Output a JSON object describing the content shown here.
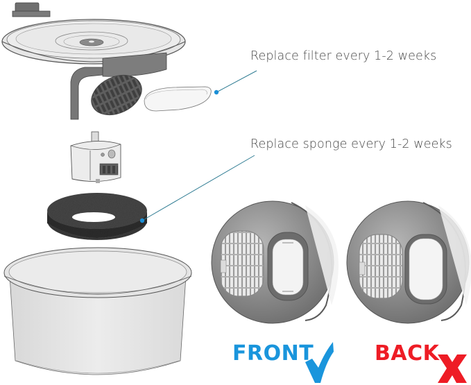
{
  "callouts": {
    "filter": {
      "text": "Replace filter every 1-2 weeks",
      "dot": [
        312,
        133
      ],
      "line_end": [
        370,
        102
      ]
    },
    "sponge": {
      "text": "Replace sponge every 1-2 weeks",
      "dot": [
        205,
        318
      ],
      "line_end": [
        367,
        224
      ]
    }
  },
  "orientation": {
    "front": {
      "label": "FRONT",
      "mark": "checkmark",
      "color": "#1a95dc"
    },
    "back": {
      "label": "BACK",
      "mark": "x-mark",
      "color": "#ee1c25"
    }
  },
  "parts": [
    {
      "name": "lid-tray",
      "description": "Fountain lid with drinking tray and filter holder"
    },
    {
      "name": "filter-cartridge",
      "description": "Oval filter cartridge"
    },
    {
      "name": "pump",
      "description": "Water pump"
    },
    {
      "name": "sponge-ring",
      "description": "Black foam sponge ring"
    },
    {
      "name": "water-bowl",
      "description": "Water reservoir bowl"
    }
  ],
  "colors": {
    "callout_line": "#2f7c93",
    "callout_dot": "#1b8fd6",
    "text": "#4a4a4a"
  }
}
